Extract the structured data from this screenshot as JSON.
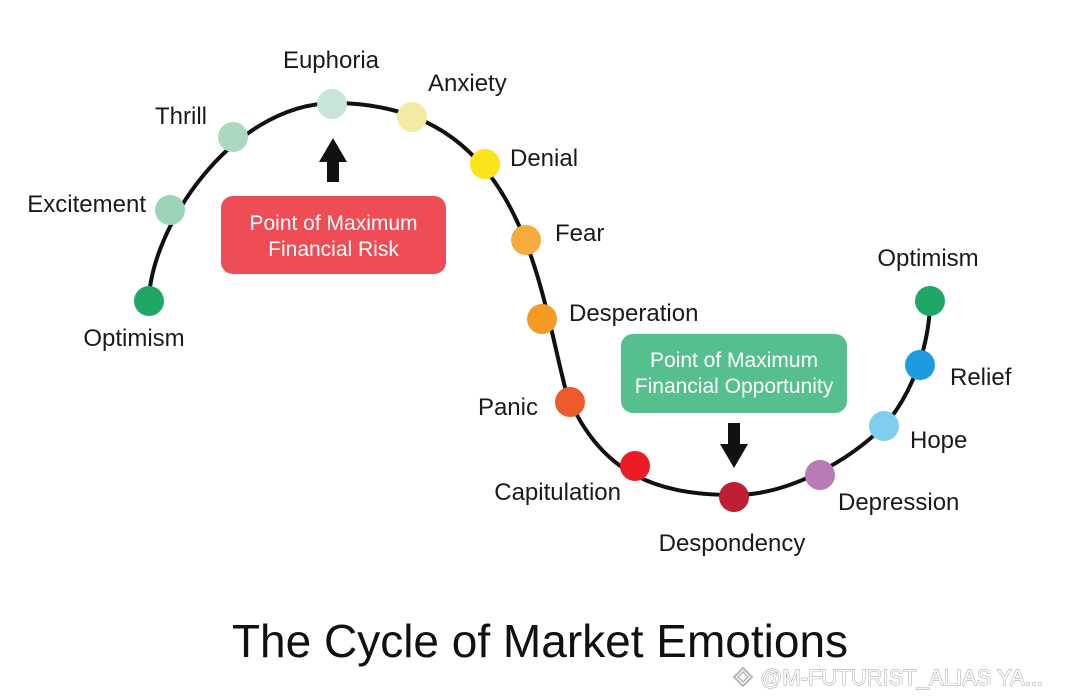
{
  "title": "The Cycle of Market Emotions",
  "watermark": "@M-FUTURIST_ALIAS YA...",
  "stages": [
    {
      "id": "optimism-start",
      "label": "Optimism",
      "color": "#1fa865"
    },
    {
      "id": "excitement",
      "label": "Excitement",
      "color": "#9bd4b6"
    },
    {
      "id": "thrill",
      "label": "Thrill",
      "color": "#aad9c1"
    },
    {
      "id": "euphoria",
      "label": "Euphoria",
      "color": "#c7e6d8"
    },
    {
      "id": "anxiety",
      "label": "Anxiety",
      "color": "#f3eba3"
    },
    {
      "id": "denial",
      "label": "Denial",
      "color": "#fbe41c"
    },
    {
      "id": "fear",
      "label": "Fear",
      "color": "#f6ab3c"
    },
    {
      "id": "desperation",
      "label": "Desperation",
      "color": "#f59b25"
    },
    {
      "id": "panic",
      "label": "Panic",
      "color": "#ee5a2c"
    },
    {
      "id": "capitulation",
      "label": "Capitulation",
      "color": "#ec1c27"
    },
    {
      "id": "despondency",
      "label": "Despondency",
      "color": "#be1f32"
    },
    {
      "id": "depression",
      "label": "Depression",
      "color": "#b77bb5"
    },
    {
      "id": "hope",
      "label": "Hope",
      "color": "#7fcdee"
    },
    {
      "id": "relief",
      "label": "Relief",
      "color": "#1d9be0"
    },
    {
      "id": "optimism-end",
      "label": "Optimism",
      "color": "#1fa865"
    }
  ],
  "callouts": {
    "risk": {
      "lines": [
        "Point of Maximum",
        "Financial Risk"
      ],
      "color": "#ee4d55"
    },
    "opportunity": {
      "lines": [
        "Point of Maximum",
        "Financial Opportunity"
      ],
      "color": "#55c08e"
    }
  }
}
